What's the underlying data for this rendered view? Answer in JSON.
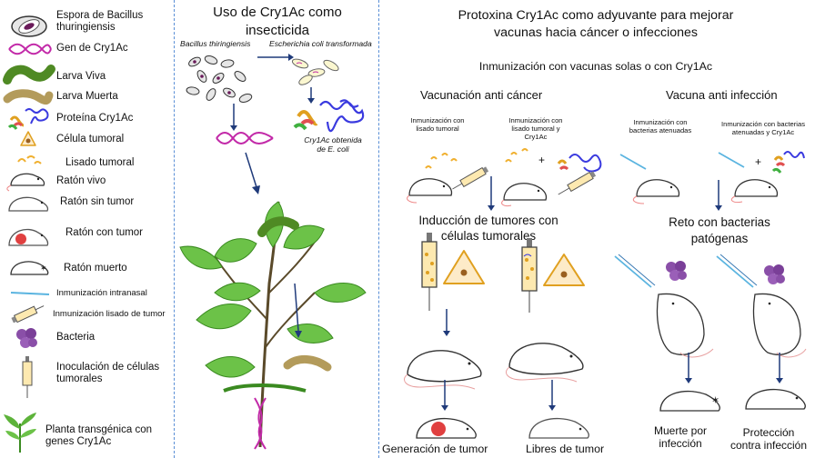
{
  "colors": {
    "accent_line": "#5a8fd6",
    "arrow": "#1f3a7a",
    "leaf": "#5db33a",
    "larva_live": "#4f8a24",
    "larva_dead": "#b39b5b",
    "dna": "#c229a8",
    "bacteria": "#8a4fa8",
    "tumor": "#e04040"
  },
  "legend": {
    "items": [
      {
        "label": "Espora de Bacillus\nthuringiensis",
        "icon": "spore-icon"
      },
      {
        "label": "Gen de Cry1Ac",
        "icon": "dna-icon"
      },
      {
        "label": "Larva Viva",
        "icon": "live-larva-icon"
      },
      {
        "label": "Larva Muerta",
        "icon": "dead-larva-icon"
      },
      {
        "label": "Proteína Cry1Ac",
        "icon": "protein-icon"
      },
      {
        "label": "Célula tumoral",
        "icon": "tumor-cell-icon"
      },
      {
        "label": "Lisado tumoral",
        "icon": "lysate-icon"
      },
      {
        "label": "Ratón vivo",
        "icon": "live-mouse-icon"
      },
      {
        "label": "Ratón sin tumor",
        "icon": "mouse-no-tumor-icon"
      },
      {
        "label": "Ratón con tumor",
        "icon": "mouse-tumor-icon"
      },
      {
        "label": "Ratón muerto",
        "icon": "dead-mouse-icon"
      },
      {
        "label": "Inmunización intranasal",
        "icon": "intranasal-icon"
      },
      {
        "label": "Inmunización lisado de tumor",
        "icon": "syringe-lysate-icon"
      },
      {
        "label": "Bacteria",
        "icon": "bacteria-icon"
      },
      {
        "label": "Inoculación de células\ntumorales",
        "icon": "syringe-cells-icon"
      },
      {
        "label": "Planta transgénica con\ngenes Cry1Ac",
        "icon": "plant-icon"
      }
    ]
  },
  "insecticide": {
    "title": "Uso de Cry1Ac como\ninsecticida",
    "bt_label": "Bacillus thiringiensis",
    "ecoli_label": "Escherichia coli transformada",
    "protein_label": "Cry1Ac obtenida\nde E. coli"
  },
  "vaccine": {
    "title": "Protoxina Cry1Ac como adyuvante para mejorar\nvacunas hacia cáncer o infecciones",
    "subtitle": "Inmunización con vacunas  solas o con Cry1Ac",
    "cancer": {
      "title": "Vacunación anti  cáncer",
      "imm1": "Inmunización con\nlisado tumoral",
      "imm2": "Inmunización con\nlisado tumoral y\nCry1Ac",
      "induction": "Inducción de tumores con\ncélulas tumorales",
      "result1": "Generación de tumor",
      "result2": "Libres de tumor"
    },
    "infection": {
      "title": "Vacuna anti infección",
      "imm1": "Inmunización con\nbacterias atenuadas",
      "imm2": "Inmunización con bacterias\natenuadas y Cry1Ac",
      "challenge": "Reto con bacterias\npatógenas",
      "result1": "Muerte por\ninfección",
      "result2": "Protección\ncontra infección"
    },
    "plus_sign": "+"
  }
}
